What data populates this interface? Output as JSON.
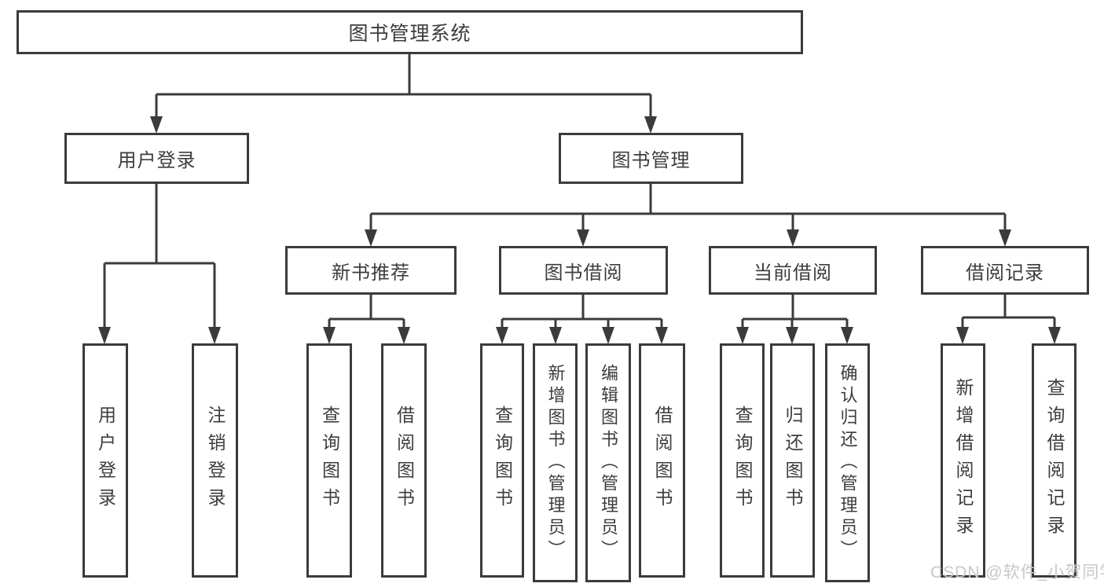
{
  "root": {
    "label": "图书管理系统"
  },
  "branches": [
    {
      "label": "用户登录",
      "leaves": [
        {
          "label": "用户登录"
        },
        {
          "label": "注销登录"
        }
      ]
    },
    {
      "label": "图书管理"
    }
  ],
  "sections": [
    {
      "label": "新书推荐",
      "leaves": [
        {
          "label": "查询图书"
        },
        {
          "label": "借阅图书"
        }
      ]
    },
    {
      "label": "图书借阅",
      "leaves": [
        {
          "label": "查询图书"
        },
        {
          "label": "新增图书（管理员）"
        },
        {
          "label": "编辑图书（管理员）"
        },
        {
          "label": "借阅图书"
        }
      ]
    },
    {
      "label": "当前借阅",
      "leaves": [
        {
          "label": "查询图书"
        },
        {
          "label": "归还图书"
        },
        {
          "label": "确认归还（管理员）"
        }
      ]
    },
    {
      "label": "借阅记录",
      "leaves": [
        {
          "label": "新增借阅记录"
        },
        {
          "label": "查询借阅记录"
        }
      ]
    }
  ],
  "watermark": "CSDN @软件_小贺同学",
  "colors": {
    "line": "#3b3b3b",
    "border": "#3b3b3b",
    "text": "#3d3d3d",
    "watermark": "#c8c8c8",
    "background": "#ffffff"
  }
}
